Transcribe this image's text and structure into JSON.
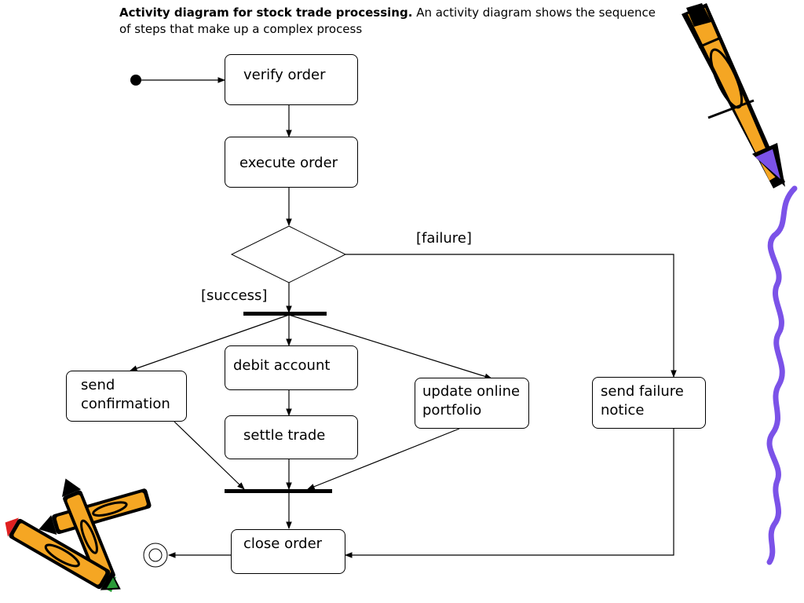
{
  "caption": {
    "bold": "Activity diagram for stock trade processing.",
    "text": "An activity diagram shows the sequence of steps that make up a complex process"
  },
  "activities": {
    "verify_order": "verify order",
    "execute_order": "execute order",
    "debit_account": "debit account",
    "settle_trade": "settle trade",
    "send_confirmation": "send\nconfirmation",
    "update_portfolio": "update online\nportfolio",
    "send_failure_notice": "send failure\nnotice",
    "close_order": "close order"
  },
  "guards": {
    "failure": "[failure]",
    "success": "[success]"
  },
  "decorations": {
    "clipart": "pencil-clipart",
    "squiggle_color": "#7b52e8"
  }
}
